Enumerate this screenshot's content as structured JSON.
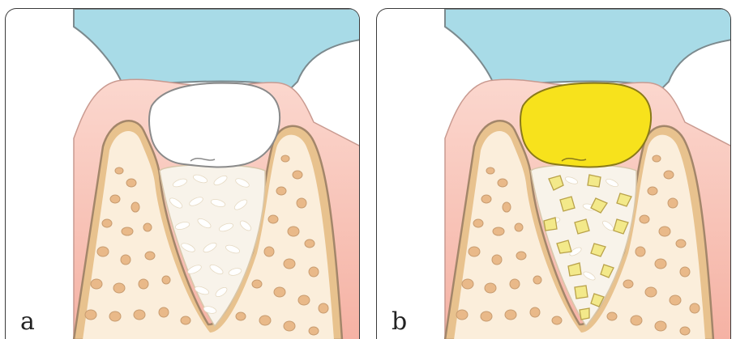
{
  "panels": [
    {
      "label": "a",
      "graft": "none"
    },
    {
      "label": "b",
      "graft": "particles"
    }
  ],
  "colors": {
    "crown": "#a8dbe7",
    "gum_outer": "#f6b9ac",
    "gum_light": "#fcd9d0",
    "cortical": "#e8c28e",
    "cortical_edge": "#a3866a",
    "marrow": "#fbeedb",
    "trabecula": "#e9b989",
    "socket": "#f8f3ea",
    "membrane_a": "#ffffff",
    "membrane_b": "#f7e21c",
    "graft_particle": "#f3e98a",
    "outline": "#8a8a8a"
  }
}
